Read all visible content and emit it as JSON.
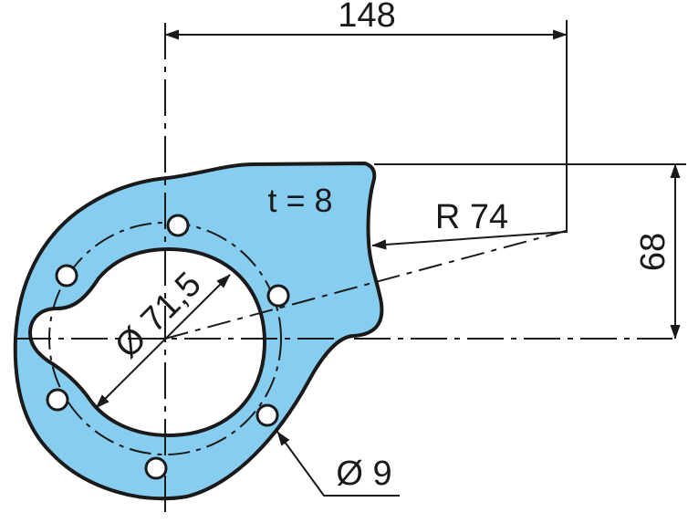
{
  "colors": {
    "part_fill": "#87cdef",
    "outline": "#1a1a1a",
    "background": "#ffffff"
  },
  "dimensions": {
    "width": "148",
    "height": "68",
    "radius": "R 74",
    "bore_diameter": "Ø 71,5",
    "hole_diameter": "Ø 9",
    "thickness": "t = 8"
  }
}
